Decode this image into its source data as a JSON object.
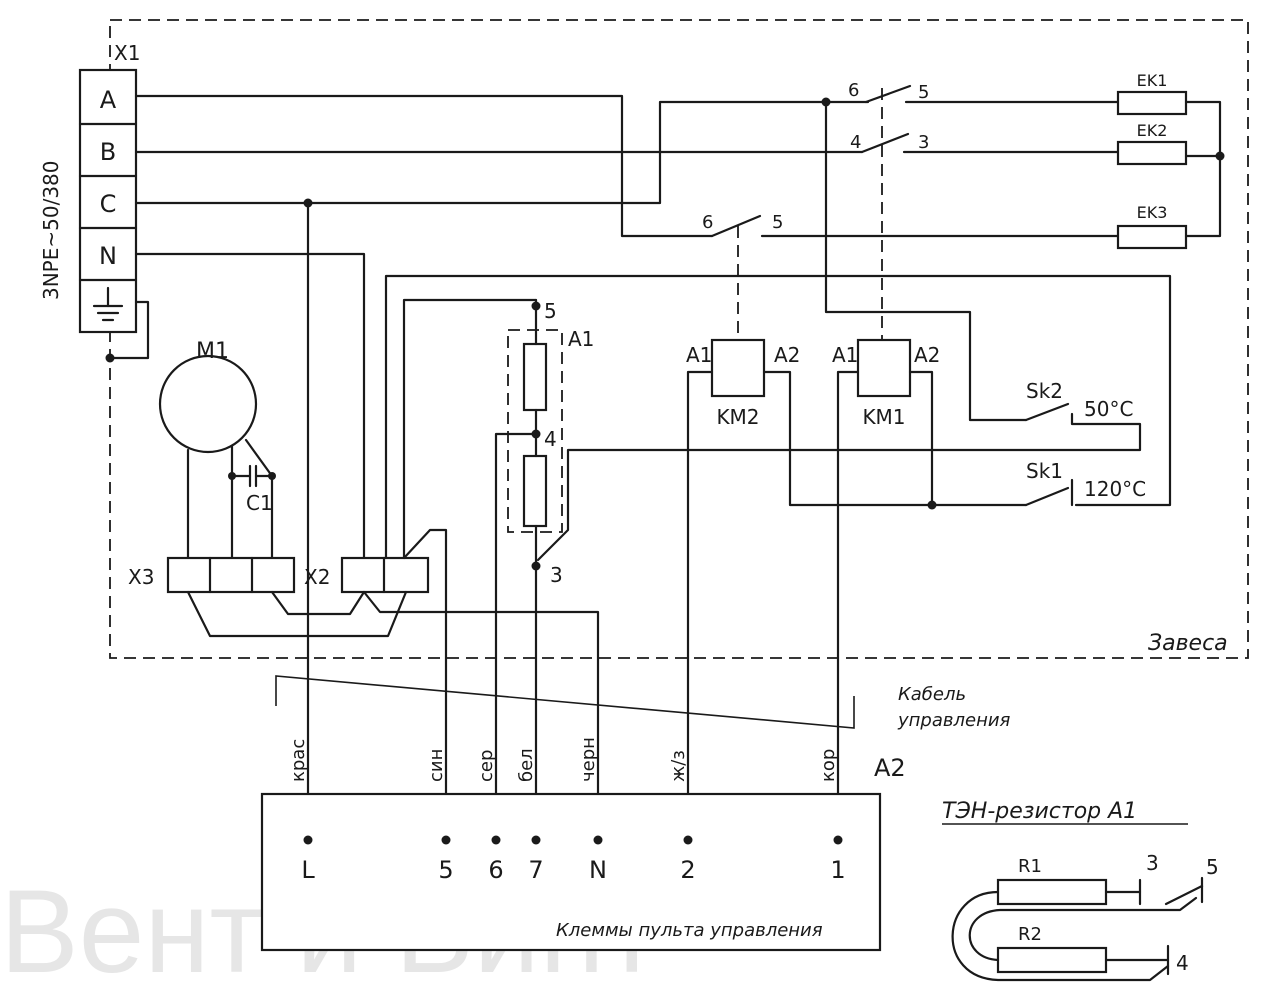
{
  "terminals_x1": {
    "label": "X1",
    "phase_a": "A",
    "phase_b": "B",
    "phase_c": "C",
    "neutral": "N"
  },
  "supply_label": "3NPE~50/380",
  "motor": {
    "label": "M1",
    "capacitor": "C1"
  },
  "block_x3": "X3",
  "block_x2": "X2",
  "heater_resistor": {
    "label": "A1",
    "terminal_top": "5",
    "terminal_mid": "4",
    "terminal_bottom": "3"
  },
  "contactors": {
    "km2": {
      "name": "KM2",
      "coil_a1": "A1",
      "coil_a2": "A2"
    },
    "km1": {
      "name": "KM1",
      "coil_a1": "A1",
      "coil_a2": "A2"
    }
  },
  "contacts": {
    "top_left": "6",
    "top_right": "5",
    "mid_left": "4",
    "mid_right": "3",
    "low_left": "6",
    "low_right": "5"
  },
  "heaters": {
    "ek1": "EK1",
    "ek2": "EK2",
    "ek3": "EK3"
  },
  "thermostats": {
    "sk2": {
      "name": "Sk2",
      "temp": "50°С"
    },
    "sk1": {
      "name": "Sk1",
      "temp": "120°С"
    }
  },
  "enclosure_label": "Завеса",
  "cable_label_1": "Кабель",
  "cable_label_2": "управления",
  "control_panel": {
    "label": "A2",
    "caption": "Клеммы пульта управления",
    "wires": [
      {
        "color": "крас",
        "terminal": "L"
      },
      {
        "color": "син",
        "terminal": "5"
      },
      {
        "color": "сер",
        "terminal": "6"
      },
      {
        "color": "бел",
        "terminal": "7"
      },
      {
        "color": "черн",
        "terminal": "N"
      },
      {
        "color": "ж/з",
        "terminal": "2"
      },
      {
        "color": "кор",
        "terminal": "1"
      }
    ]
  },
  "inset": {
    "title": "ТЭН-резистор А1",
    "r1": "R1",
    "r2": "R2",
    "t3": "3",
    "t5": "5",
    "t4": "4"
  },
  "watermark": "Вент и Винт"
}
